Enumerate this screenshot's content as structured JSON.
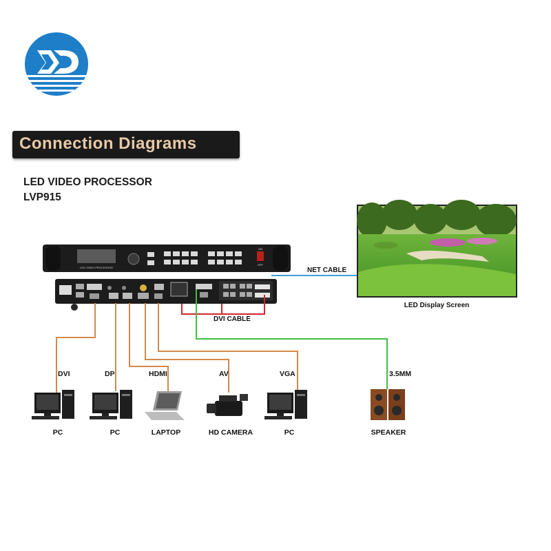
{
  "title": "Connection Diagrams",
  "product": {
    "line1": "LED VIDEO PROCESSOR",
    "line2": "LVP915"
  },
  "panel_text": {
    "brand": "LED VIDEO PROCESSOR",
    "on": "ON",
    "off": "OFF"
  },
  "cables": {
    "net": "NET CABLE",
    "dvi": "DVI CABLE"
  },
  "display": {
    "label": "LED Display Screen"
  },
  "inputs": [
    {
      "port": "DVI",
      "device": "PC"
    },
    {
      "port": "DP",
      "device": "PC"
    },
    {
      "port": "HDMI",
      "device": "LAPTOP"
    },
    {
      "port": "AV",
      "device": "HD CAMERA"
    },
    {
      "port": "VGA",
      "device": "PC"
    },
    {
      "port": "3.5MM",
      "device": "SPEAKER"
    }
  ],
  "colors": {
    "input_cable": "#d2894a",
    "audio_cable": "#3fbf3f",
    "dvi_cable": "#d0262a",
    "net_cable": "#3aa0d8",
    "logo": "#1e7ec8",
    "banner_text": "#e8c9a6"
  }
}
